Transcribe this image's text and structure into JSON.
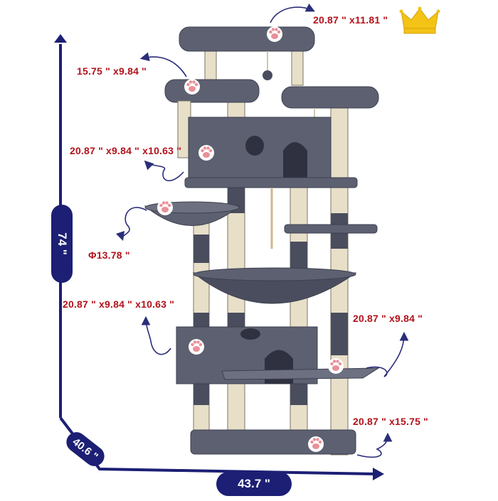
{
  "labels": {
    "top_perch": "20.87 \" x11.81 \"",
    "upper_left_perch": "15.75 \" x9.84 \"",
    "upper_condo": "20.87 \" x9.84 \" x10.63 \"",
    "basket": "Φ13.78 \"",
    "lower_condo": "20.87 \" x9.84 \" x10.63 \"",
    "lower_right_platform": "20.87 \" x9.84 \"",
    "base": "20.87 \" x15.75 \""
  },
  "dimensions": {
    "height": "74 \"",
    "width": "43.7 \"",
    "depth": "40.6 \""
  },
  "icons": [
    "crown-icon",
    "paw-icon"
  ],
  "colors": {
    "label_red": "#b3121b",
    "dimension_navy": "#1c1f74",
    "plush_gray": "#5d6070",
    "sisal": "#e8dfc9",
    "crown_gold": "#f3c316",
    "paw_pink": "#e8919a"
  }
}
